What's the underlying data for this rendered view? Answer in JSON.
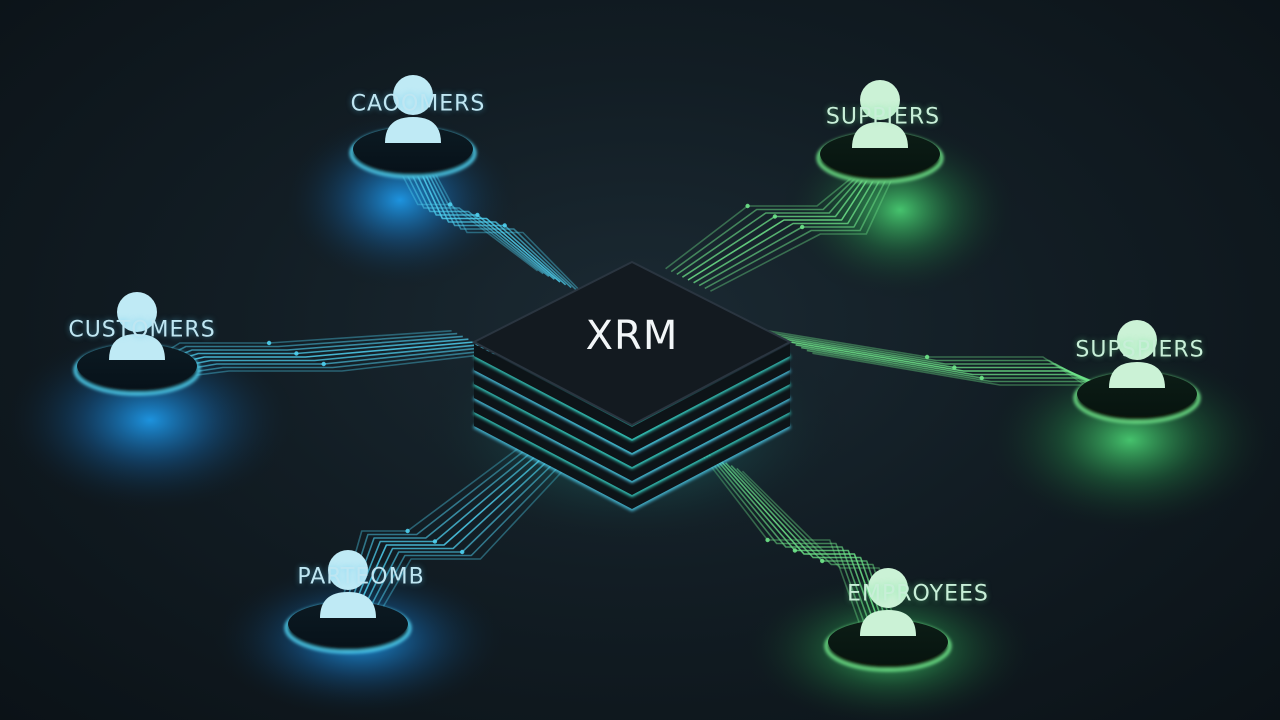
{
  "hub": {
    "label": "XRM"
  },
  "nodes": [
    {
      "id": "top-left",
      "label": "CAOOMERS",
      "tone": "blue"
    },
    {
      "id": "top-right",
      "label": "SUPPIERS",
      "tone": "green"
    },
    {
      "id": "mid-left",
      "label": "CUSTOMERS",
      "tone": "blue"
    },
    {
      "id": "mid-right",
      "label": "SUPSPIERS",
      "tone": "green"
    },
    {
      "id": "bottom-left",
      "label": "PARTEOMB",
      "tone": "blue"
    },
    {
      "id": "bottom-right",
      "label": "EMPROYEES",
      "tone": "green"
    }
  ],
  "colors": {
    "blue": "#4fd0f0",
    "green": "#6fe58a",
    "hub_top": "#151a1f",
    "background": "#121d24"
  },
  "icons": [
    "person-icon"
  ]
}
